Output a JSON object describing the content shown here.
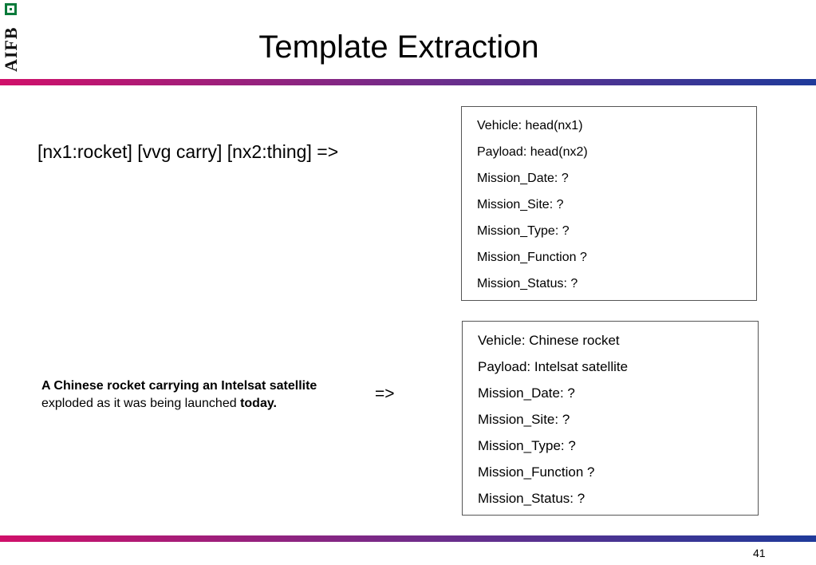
{
  "logo": {
    "text": "AIFB",
    "accent_color": "#0a7a3a"
  },
  "slide": {
    "title": "Template Extraction",
    "page_number": "41",
    "bar_colors": [
      "#d0106a",
      "#6a2e8c",
      "#1f3a9a"
    ]
  },
  "pattern": {
    "text": "[nx1:rocket] [vvg carry] [nx2:thing] =>"
  },
  "template_box": {
    "fields": [
      "Vehicle: head(nx1)",
      "Payload: head(nx2)",
      "Mission_Date: ?",
      "Mission_Site: ?",
      "Mission_Type: ?",
      "Mission_Function ?",
      "Mission_Status: ?"
    ]
  },
  "example": {
    "sentence_line1": "A Chinese rocket carrying an Intelsat satellite",
    "sentence_line2_plain": "exploded as it was being launched ",
    "sentence_line2_bold": "today.",
    "arrow": "=>"
  },
  "filled_box": {
    "fields": [
      "Vehicle: Chinese rocket",
      "Payload: Intelsat satellite",
      "Mission_Date: ?",
      "Mission_Site: ?",
      "Mission_Type: ?",
      "Mission_Function ?",
      "Mission_Status: ?"
    ]
  }
}
